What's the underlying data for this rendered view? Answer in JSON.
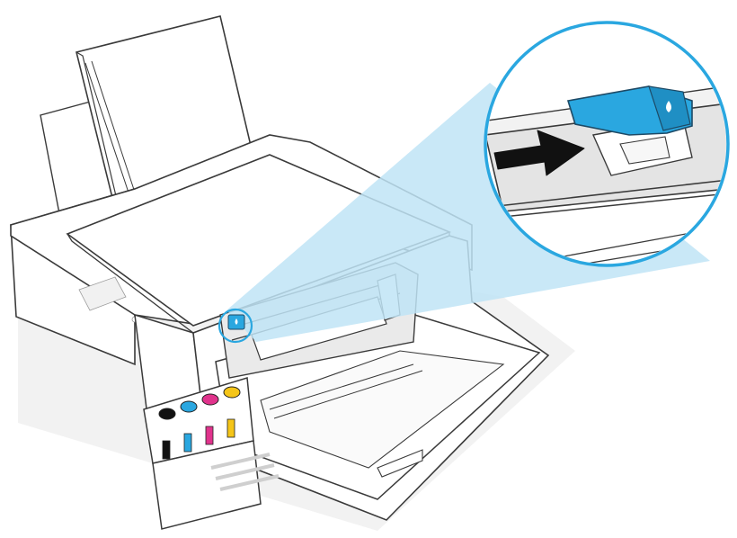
{
  "colors": {
    "outline": "#3a3a3a",
    "body_fill": "#ffffff",
    "shadow": "#e6e6e6",
    "accent_blue": "#2aa7e0",
    "callout_fill": "#bfe4f6",
    "arrow": "#111111",
    "ink_black": "#111111",
    "ink_cyan": "#2aa7e0",
    "ink_magenta": "#e0338c",
    "ink_yellow": "#f5c518"
  },
  "icons": {
    "latch": "carriage-latch-icon",
    "arrow": "arrow-right-icon",
    "ink_drop": "ink-drop-icon"
  },
  "ink_tanks": [
    "black",
    "cyan",
    "magenta",
    "yellow"
  ]
}
